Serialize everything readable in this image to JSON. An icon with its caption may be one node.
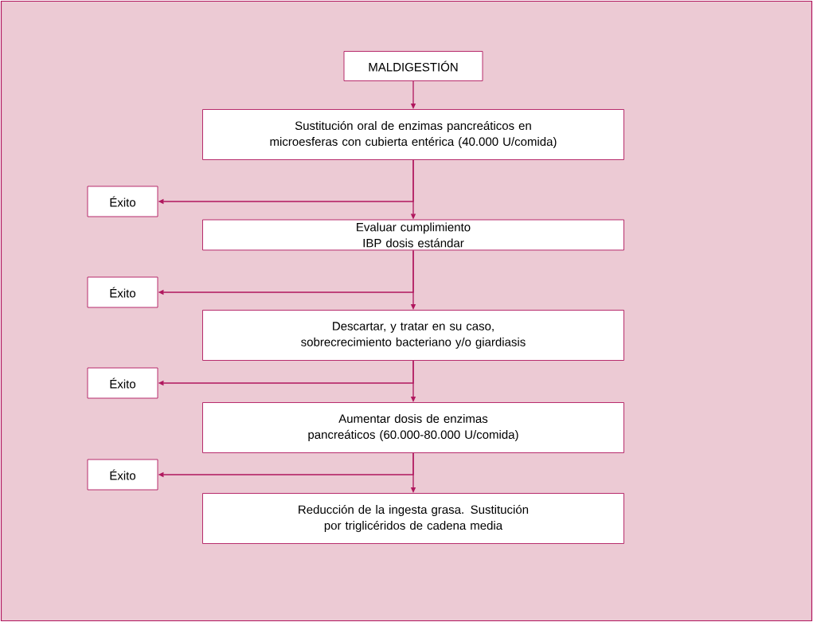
{
  "diagram": {
    "nodes": [
      {
        "text": [
          "MALDIGESTIÓN"
        ]
      },
      {
        "text": [
          "Sustitución oral de enzimas pancreáticos en microesferas con cubierta entérica (40.000 U/comida)"
        ]
      },
      {
        "text": [
          "Éxito"
        ]
      },
      {
        "text": [
          "Evaluar cumplimiento IBP dosis estándar"
        ]
      },
      {
        "text": [
          "Éxito"
        ]
      },
      {
        "text": [
          "Descartar, y tratar en su caso, sobrecrecimiento bacteriano y/o giardiasis"
        ]
      },
      {
        "text": [
          "Éxito"
        ]
      },
      {
        "text": [
          "Aumentar dosis de enzimas pancreáticos (60.000-80.000 U/comida)"
        ]
      },
      {
        "text": [
          "Éxito"
        ]
      },
      {
        "text": [
          "Reducción de la ingesta grasa. Sustitución por triglicéridos de cadena media"
        ]
      }
    ],
    "edges": [
      {
        "from": 0,
        "to": 1,
        "arrow": "to"
      },
      {
        "from": 1,
        "to": 2,
        "arrow": "to"
      },
      {
        "from": 1,
        "to": 3,
        "arrow": "to"
      },
      {
        "from": 3,
        "to": 4,
        "arrow": "to"
      },
      {
        "from": 3,
        "to": 5,
        "arrow": "to"
      },
      {
        "from": 5,
        "to": 6,
        "arrow": "to"
      },
      {
        "from": 5,
        "to": 7,
        "arrow": "to"
      },
      {
        "from": 7,
        "to": 8,
        "arrow": "to"
      },
      {
        "from": 7,
        "to": 9,
        "arrow": "to"
      }
    ]
  }
}
